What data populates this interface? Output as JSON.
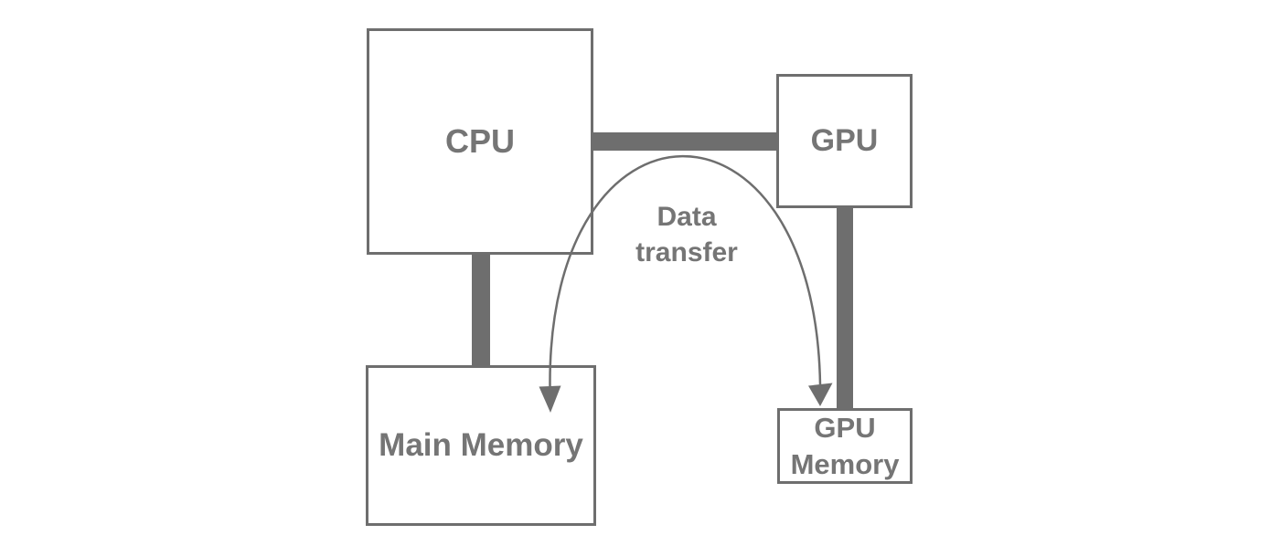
{
  "diagram": {
    "nodes": [
      {
        "id": "cpu",
        "label": "CPU"
      },
      {
        "id": "gpu",
        "label": "GPU"
      },
      {
        "id": "main_memory",
        "label": "Main Memory"
      },
      {
        "id": "gpu_memory",
        "label_line1": "GPU",
        "label_line2": "Memory"
      }
    ],
    "buses": [
      {
        "id": "cpu_gpu",
        "from": "CPU",
        "to": "GPU"
      },
      {
        "id": "cpu_main_memory",
        "from": "CPU",
        "to": "Main Memory"
      },
      {
        "id": "gpu_gpu_memory",
        "from": "GPU",
        "to": "GPU Memory"
      }
    ],
    "annotation": {
      "line1": "Data",
      "line2": "transfer",
      "full_text": "Data transfer",
      "arrow_shape": "curved arc, arrowheads into Main Memory and GPU Memory"
    },
    "colors": {
      "background": "#ffffff",
      "line": "#6e6e6e",
      "text": "#757575",
      "box_fill": "#ffffff"
    }
  }
}
